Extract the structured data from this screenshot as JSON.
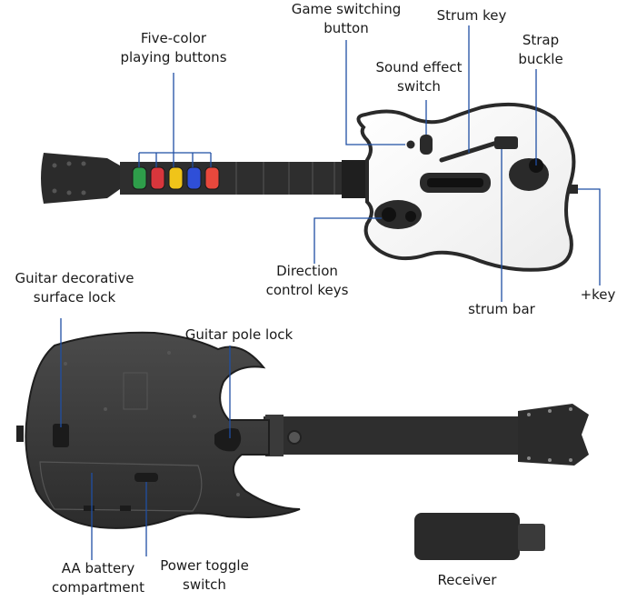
{
  "labels": {
    "five_color": [
      "Five-color",
      "playing buttons"
    ],
    "game_switching": [
      "Game switching",
      "button"
    ],
    "strum_key": [
      "Strum key"
    ],
    "strap_buckle": [
      "Strap",
      "buckle"
    ],
    "sound_effect": [
      "Sound effect",
      "switch"
    ],
    "direction_keys": [
      "Direction",
      "control keys"
    ],
    "strum_bar": [
      "strum bar"
    ],
    "plus_key": [
      "+key"
    ],
    "decorative_lock": [
      "Guitar decorative",
      "surface lock"
    ],
    "pole_lock": [
      "Guitar pole lock"
    ],
    "battery": [
      "AA battery",
      "compartment"
    ],
    "power_toggle": [
      "Power toggle",
      "switch"
    ],
    "receiver": [
      "Receiver"
    ]
  },
  "fret_buttons": [
    {
      "name": "green-fret-button",
      "color": "#2e9e4a"
    },
    {
      "name": "red-fret-button",
      "color": "#d8363c"
    },
    {
      "name": "yellow-fret-button",
      "color": "#f0c419"
    },
    {
      "name": "blue-fret-button",
      "color": "#2f4fd8"
    },
    {
      "name": "orange-fret-button",
      "color": "#e8483c"
    }
  ],
  "colors": {
    "callout_line": "#1f4fa3",
    "guitar_body_front": "#ffffff",
    "guitar_dark": "#2a2a2a",
    "guitar_back": "#3a3a3a"
  }
}
